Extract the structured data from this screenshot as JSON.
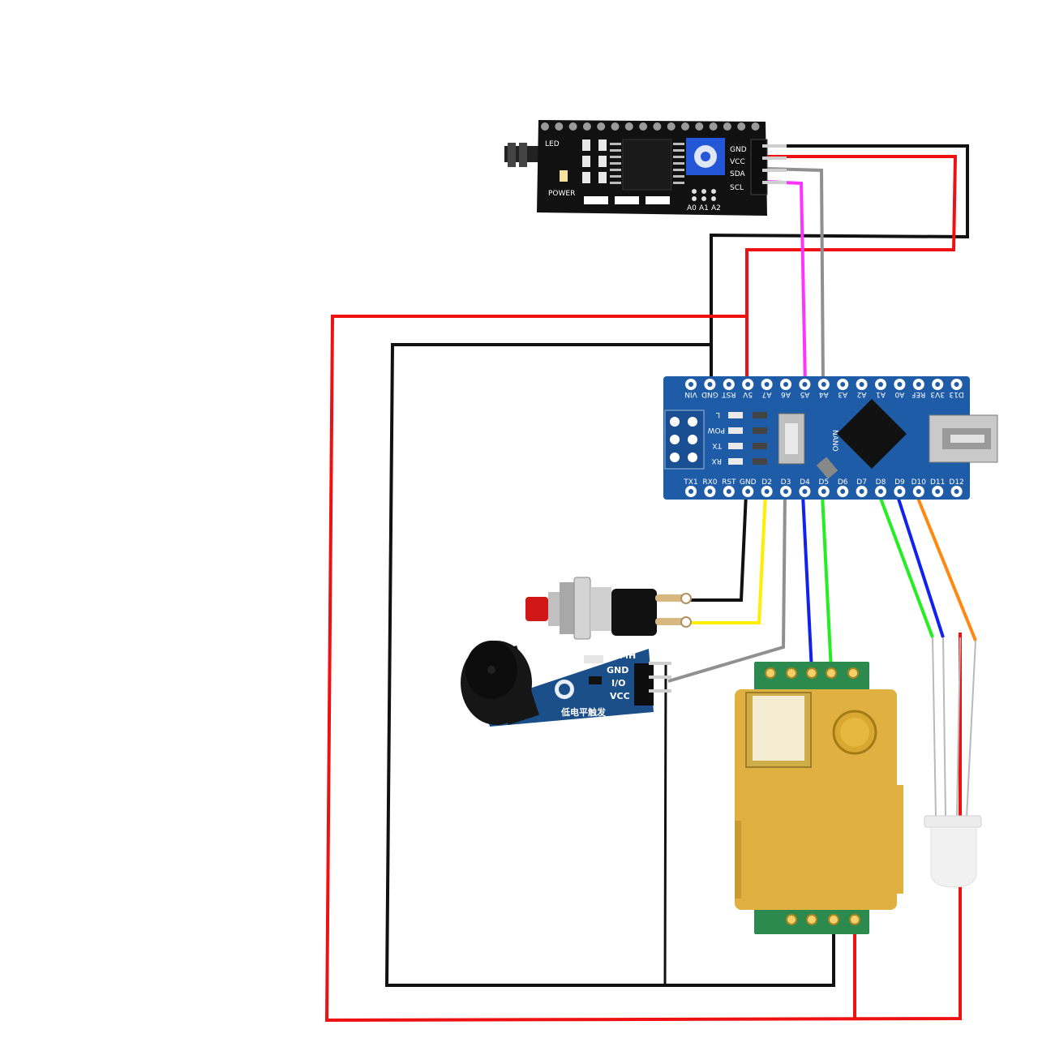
{
  "colors": {
    "red": "#ee1111",
    "black": "#111111",
    "magenta": "#ff33ff",
    "gray": "#909090",
    "yellow": "#ffee00",
    "blue": "#1122ee",
    "green": "#22ee22",
    "orange": "#ff8811",
    "nano_board": "#1e5ca8",
    "lcd_board": "#111111",
    "sensor_gold": "#e0b040",
    "sensor_pcb": "#2d8a4e",
    "buzzer_board": "#1b4f8a"
  },
  "lcd_module": {
    "pins": [
      "GND",
      "VCC",
      "SDA",
      "SCL"
    ],
    "led_label": "LED",
    "power_label": "POWER",
    "addr_labels": [
      "A0",
      "A1",
      "A2"
    ]
  },
  "nano": {
    "top_pins": [
      "VIN",
      "GND",
      "RST",
      "5V",
      "A7",
      "A6",
      "A5",
      "A4",
      "A3",
      "A2",
      "A1",
      "A0",
      "REF",
      "3V3",
      "D13"
    ],
    "bottom_pins": [
      "TX1",
      "RX0",
      "RST",
      "GND",
      "D2",
      "D3",
      "D4",
      "D5",
      "D6",
      "D7",
      "D8",
      "D9",
      "D10",
      "D11",
      "D12"
    ],
    "leds": [
      "L",
      "POW",
      "TX",
      "RX"
    ],
    "brand": "NANO"
  },
  "buzzer_module": {
    "header": "MH",
    "pins": [
      "GND",
      "I/O",
      "VCC"
    ],
    "caption": "低电平触发"
  }
}
